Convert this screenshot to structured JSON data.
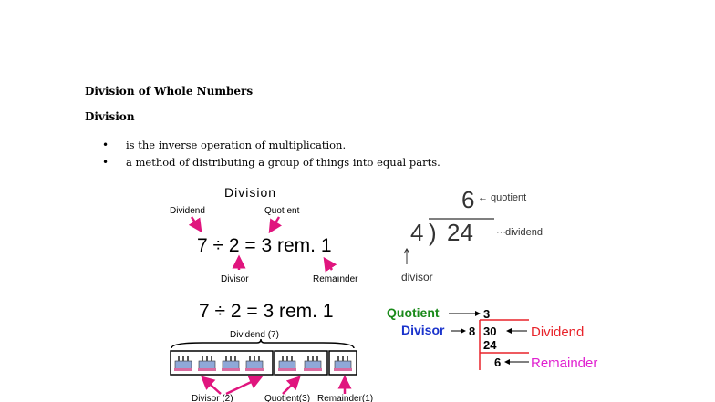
{
  "page": {
    "title": "Division of Whole Numbers",
    "subtitle": "Division",
    "bullets": [
      "is the inverse operation of multiplication.",
      "a method of distributing a group of things into equal parts."
    ]
  },
  "fig1": {
    "title": "Division",
    "dividend_label": "Dividend",
    "quotient_label": "Quot ent",
    "equation": "7 ÷ 2 = 3 rem. 1",
    "divisor_label": "Divisor",
    "remainder_label": "Remaınder",
    "arrow_color": "#e0157e"
  },
  "fig2": {
    "quotient": "6",
    "quotient_label": "← quotient",
    "divisor": "4",
    "dividend": "24",
    "dividend_label": "dividend",
    "divisor_label": "divisor"
  },
  "fig3": {
    "equation": "7 ÷ 2 = 3 rem. 1",
    "dividend_label": "Dividend (7)",
    "bottom_labels": [
      "Divisor (2)",
      "Quotient(3)",
      "Remainder(1)"
    ],
    "item_icon": "birthday-cake-icon"
  },
  "fig4": {
    "quotient_label": "Quotient",
    "quotient_value": "3",
    "divisor_label": "Divisor",
    "divisor_value": "8",
    "dividend_value": "30",
    "dividend_label": "Dividend",
    "product_value": "24",
    "remainder_value": "6",
    "remainder_label": "Remainder",
    "colors": {
      "quotient": "#1a8a1a",
      "divisor": "#1a33cc",
      "dividend": "#e8232a",
      "remainder": "#e020d0",
      "lines": "#e8232a"
    }
  }
}
